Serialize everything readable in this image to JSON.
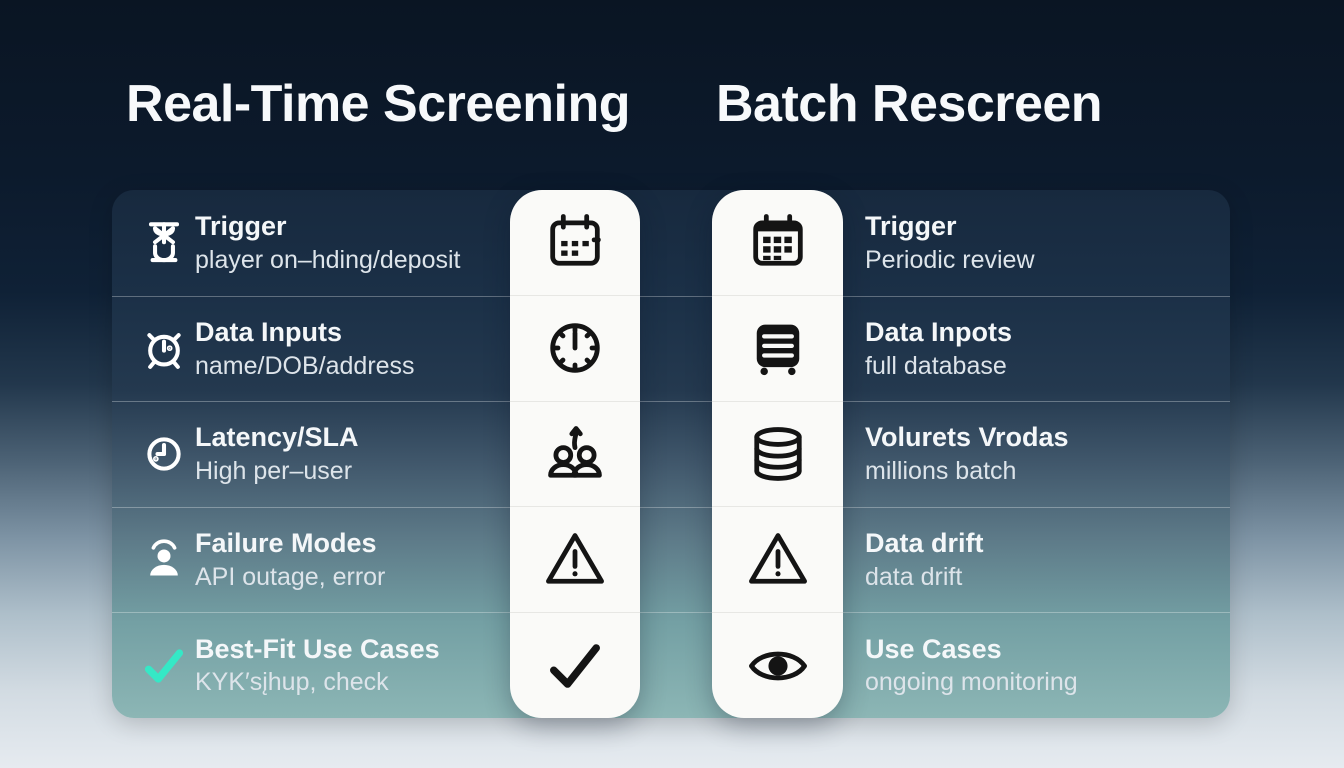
{
  "left_column": {
    "title": "Real-Time Screening",
    "rows": [
      {
        "icon": "hourglass-icon",
        "title": "Trigger",
        "subtitle": "player on–hding/deposit"
      },
      {
        "icon": "alarm-clock-icon",
        "title": "Data Inputs",
        "subtitle": "name/DOB/address"
      },
      {
        "icon": "clock-icon",
        "title": "Latency/SLA",
        "subtitle": "High per–user"
      },
      {
        "icon": "person-icon",
        "title": "Failure Modes",
        "subtitle": "API outage, error"
      },
      {
        "icon": "checkmark-icon",
        "title": "Best-Fit Use Cases",
        "subtitle": "KYK′sįhup, check"
      }
    ]
  },
  "right_column": {
    "title": "Batch Rescreen",
    "rows": [
      {
        "icon": "calendar-icon",
        "title": "Trigger",
        "subtitle": "Periodic review"
      },
      {
        "icon": "server-icon",
        "title": "Data Inpots",
        "subtitle": "full database"
      },
      {
        "icon": "database-stack-icon",
        "title": "Volurets Vrodas",
        "subtitle": "millions batch"
      },
      {
        "icon": "warning-triangle-icon",
        "title": "Data drift",
        "subtitle": "data drift"
      },
      {
        "icon": "eye-icon",
        "title": "Use Cases",
        "subtitle": "ongoing monitoring"
      }
    ]
  },
  "center_cards": {
    "left_card_icons": [
      "calendar-icon",
      "clock-icon",
      "people-arrow-icon",
      "warning-triangle-icon",
      "checkmark-icon"
    ],
    "right_card_icons": [
      "calendar-filled-icon",
      "server-icon",
      "database-stack-icon",
      "warning-triangle-icon",
      "eye-icon"
    ]
  },
  "colors": {
    "accent_teal": "#35e8c6",
    "icon_black": "#141414",
    "title_white": "#f7f9fb"
  }
}
